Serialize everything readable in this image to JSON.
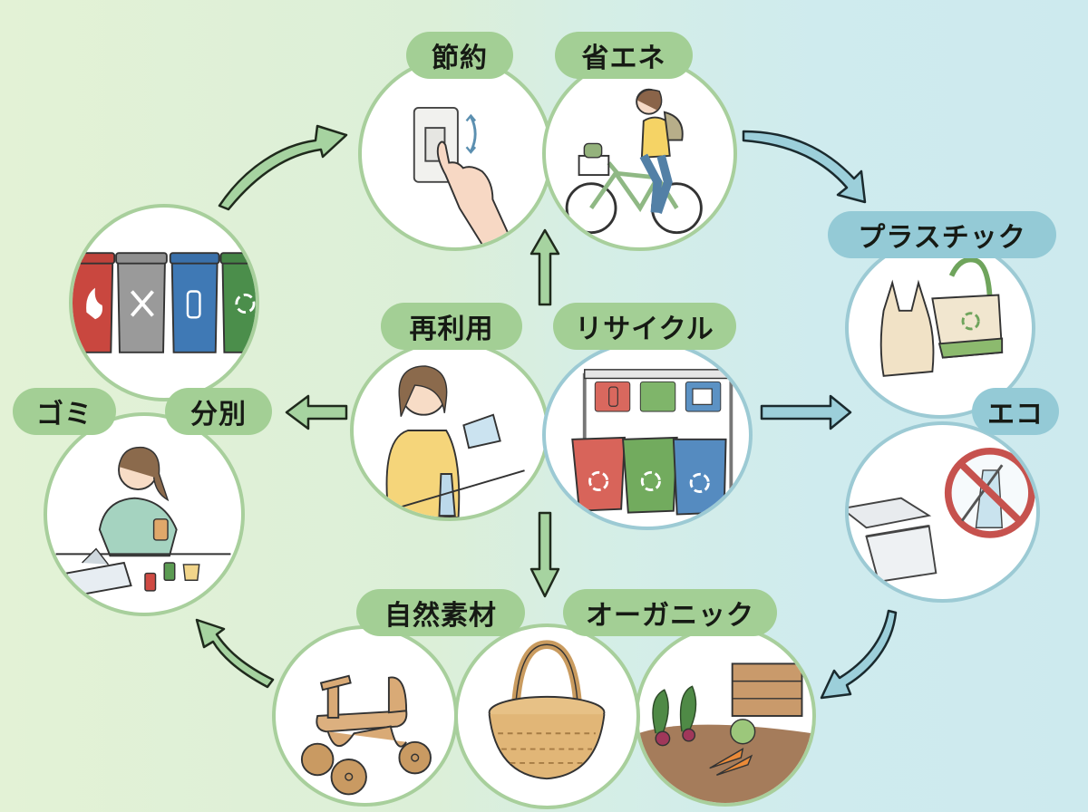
{
  "diagram": {
    "theme": "eco-cycle",
    "colors": {
      "green_pill": "#a3cf95",
      "blue_pill": "#94cad6",
      "green_border": "#a8cf9c",
      "blue_border": "#9ccad4",
      "green_arrow": "#a6d3a0",
      "blue_arrow": "#9ccfda"
    },
    "nodes": [
      {
        "id": "setsuyaku",
        "label": "節約",
        "icon": "light-switch-icon"
      },
      {
        "id": "shoene",
        "label": "省エネ",
        "icon": "bicycle-rider-icon"
      },
      {
        "id": "plastic",
        "label": "プラスチック",
        "icon": "shopping-bags-icon"
      },
      {
        "id": "eco",
        "label": "エコ",
        "icon": "no-plastic-bottle-icon"
      },
      {
        "id": "organic",
        "label": "オーガニック",
        "icon": "vegetable-garden-icon"
      },
      {
        "id": "shizen",
        "label": "自然素材",
        "icon": "wooden-toy-icon"
      },
      {
        "id": "gomi",
        "label": "ゴミ",
        "icon": "person-sorting-trash-icon"
      },
      {
        "id": "bunbetsu",
        "label": "分別",
        "icon": "four-trash-bins-icon"
      },
      {
        "id": "reuse",
        "label": "再利用",
        "icon": "refilling-bottle-icon"
      },
      {
        "id": "recycle",
        "label": "リサイクル",
        "icon": "recycling-station-icon"
      }
    ]
  }
}
